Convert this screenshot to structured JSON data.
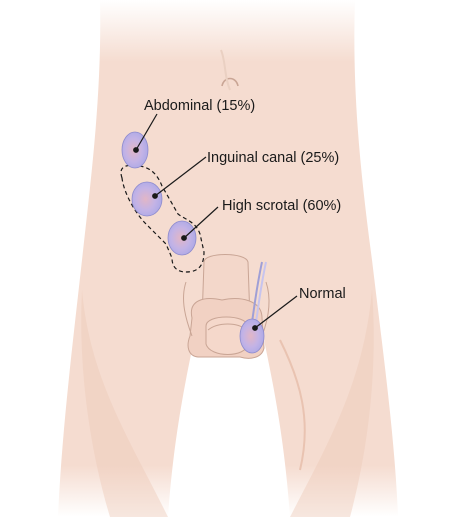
{
  "labels": {
    "abdominal": "Abdominal (15%)",
    "inguinal": "Inguinal canal (25%)",
    "high_scrotal": "High scrotal (60%)",
    "normal": "Normal"
  },
  "colors": {
    "skin": "#f5dcd0",
    "skin_shade": "#eecab9",
    "outline": "#c9a595",
    "testis_fill": "#b9b6e8",
    "testis_highlight": "#e0b9c8",
    "leader_line": "#1a1a1a"
  }
}
